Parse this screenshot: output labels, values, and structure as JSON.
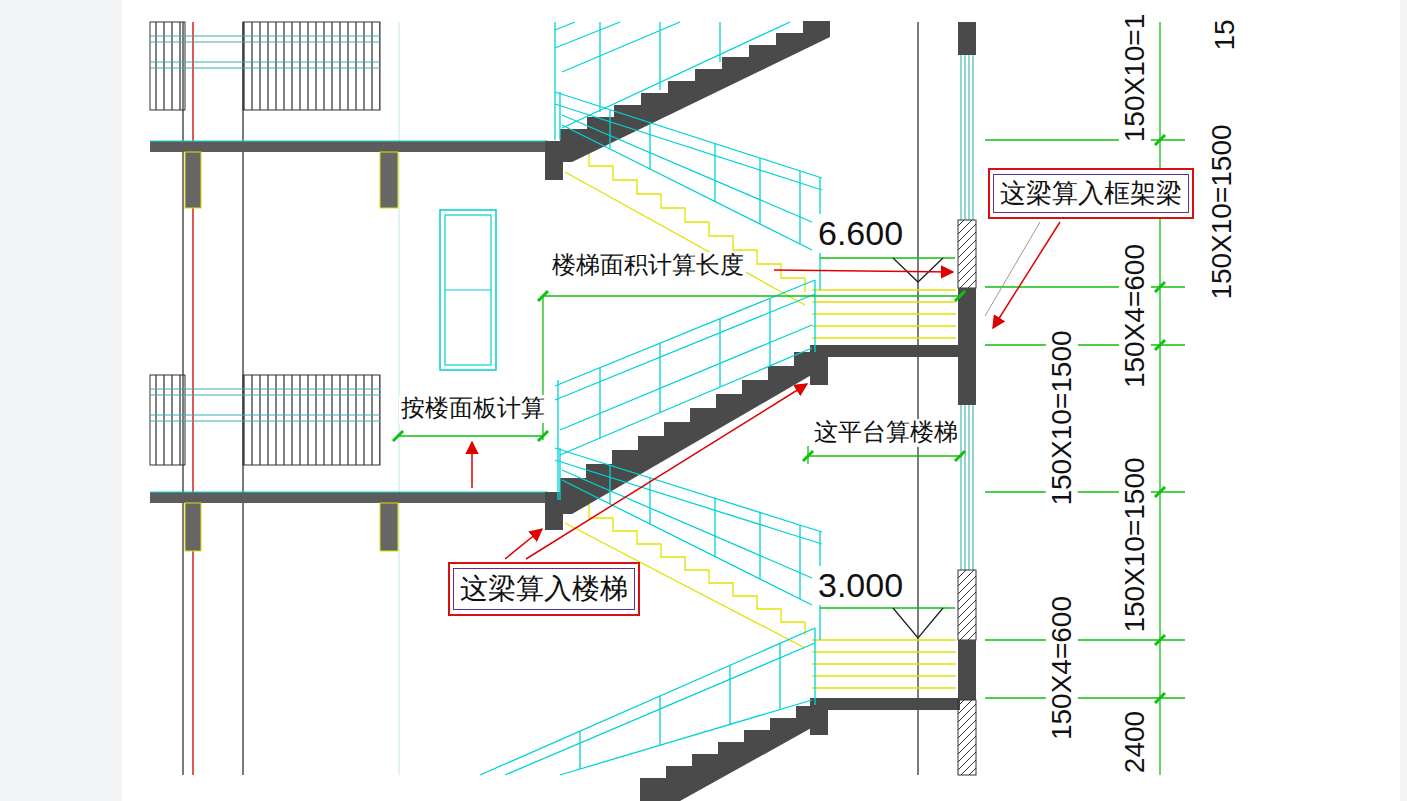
{
  "diagram": {
    "nodes": [
      {
        "text": [
          "这梁算入框架梁"
        ]
      },
      {
        "text": [
          "这梁算入楼梯"
        ]
      }
    ],
    "labels": [
      "6.600",
      "楼梯面积计算长度",
      "按楼面板计算",
      "这平台算楼梯",
      "3.000",
      "150X10=1",
      "150X4=600",
      "150X10=1500",
      "2400",
      "15",
      "150X10=1500",
      "150X10=1500",
      "150X4=600"
    ]
  }
}
